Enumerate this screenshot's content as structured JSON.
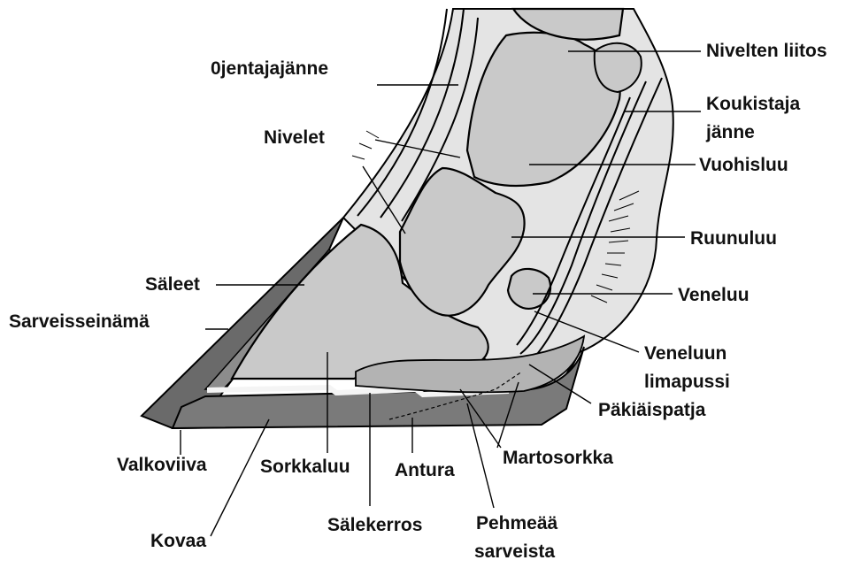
{
  "diagram": {
    "colors": {
      "background": "#ffffff",
      "bone": "#c9c9c9",
      "hoof_wall": "#6a6a6a",
      "sole": "#7a7a7a",
      "tissue": "#bdbdbd",
      "white_line": "#f4f4f4",
      "outline": "#000000"
    },
    "labels": {
      "nivelten_liitos": "Nivelten liitos",
      "ojentajajanne": "0jentajajänne",
      "koukistaja_1": "Koukistaja",
      "koukistaja_2": "jänne",
      "nivelet": "Nivelet",
      "vuohisluu": "Vuohisluu",
      "ruunuluu": "Ruunuluu",
      "saleet": "Säleet",
      "veneluu": "Veneluu",
      "sarveisseinama": "Sarveisseinämä",
      "veneluun_1": "Veneluun",
      "veneluun_2": "limapussi",
      "pakiaispatja": "Päkiäispatja",
      "martosorkka": "Martosorkka",
      "valkoviiva": "Valkoviiva",
      "sorkkaluu": "Sorkkaluu",
      "antura": "Antura",
      "salekerros": "Sälekerros",
      "pehmeaa_1": "Pehmeää",
      "pehmeaa_2": "sarveista",
      "kovaa": "Kovaa"
    }
  }
}
